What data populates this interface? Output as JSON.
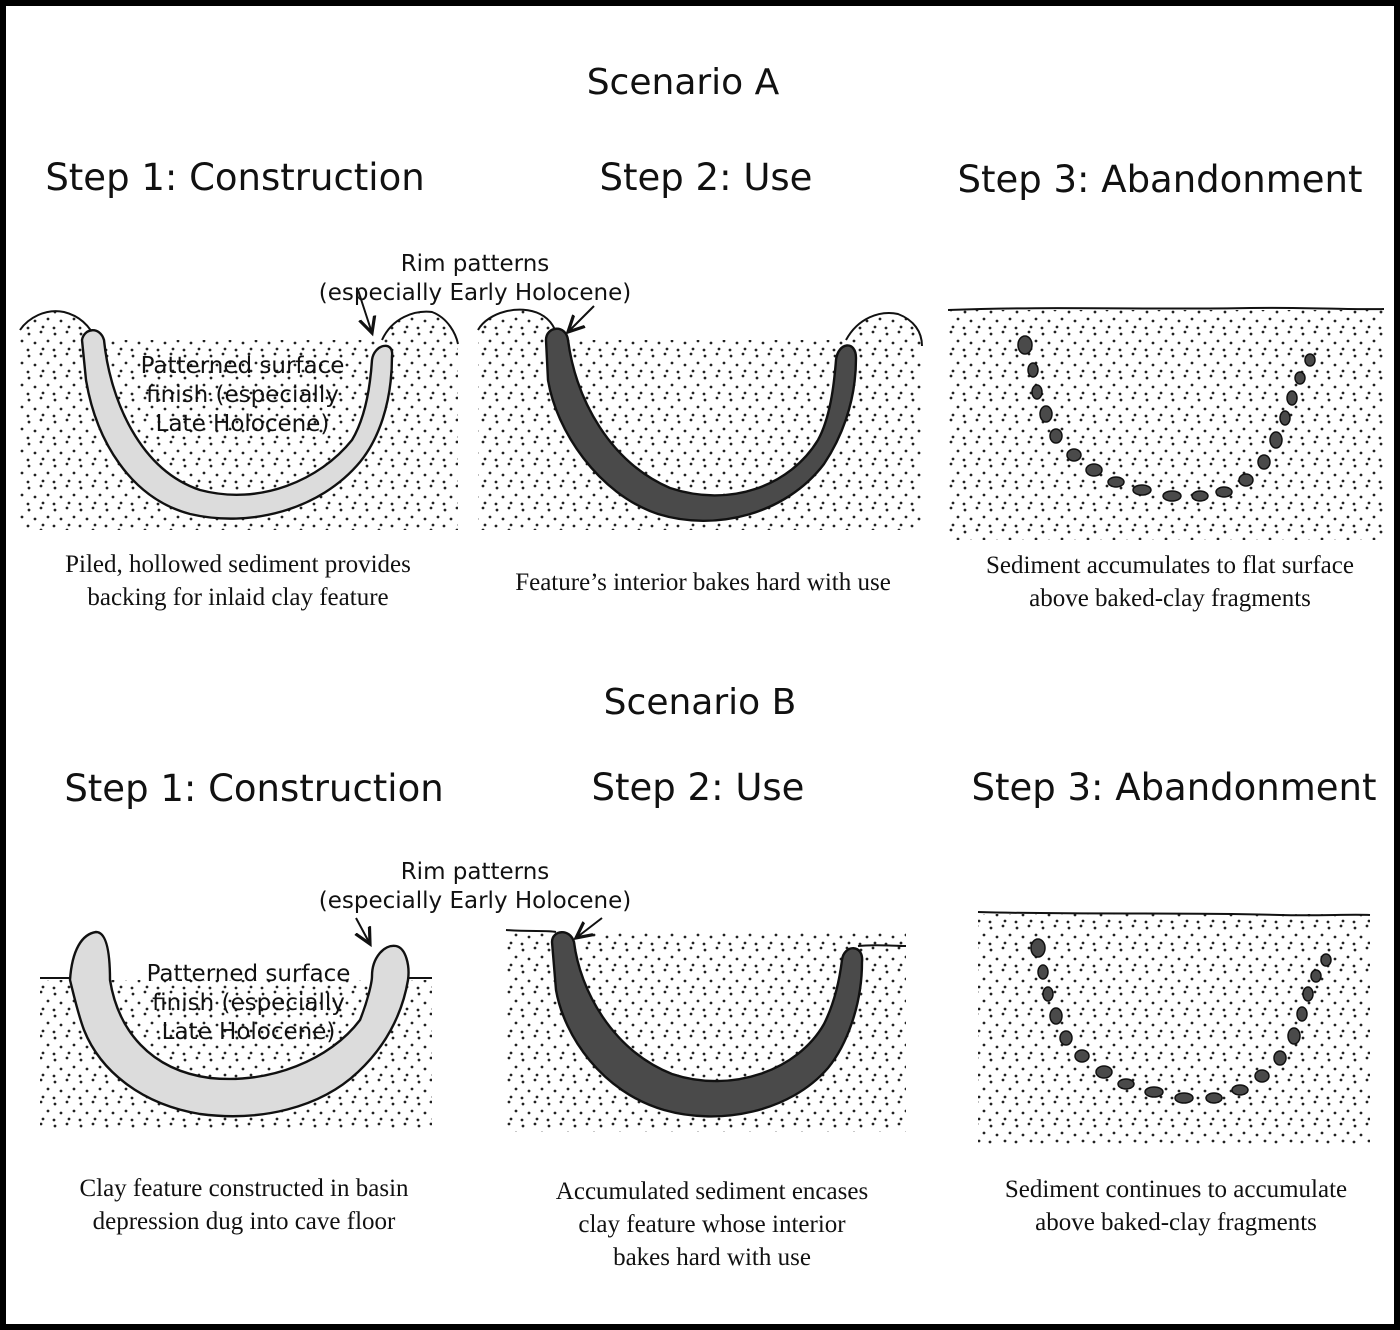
{
  "scenario_a": {
    "title": "Scenario A",
    "step1": {
      "title": "Step 1: Construction",
      "surface_label": [
        "Patterned surface",
        "finish (especially",
        "Late Holocene)"
      ],
      "caption": [
        "Piled, hollowed sediment provides",
        "backing for inlaid clay feature"
      ]
    },
    "rim_label": [
      "Rim patterns",
      "(especially Early Holocene)"
    ],
    "step2": {
      "title": "Step 2: Use",
      "caption": [
        "Feature’s interior bakes hard with use"
      ]
    },
    "step3": {
      "title": "Step 3: Abandonment",
      "caption": [
        "Sediment accumulates to flat surface",
        "above baked-clay fragments"
      ]
    }
  },
  "scenario_b": {
    "title": "Scenario B",
    "step1": {
      "title": "Step 1: Construction",
      "surface_label": [
        "Patterned surface",
        "finish (especially",
        "Late Holocene)"
      ],
      "caption": [
        "Clay feature constructed in basin",
        "depression dug into cave floor"
      ]
    },
    "rim_label": [
      "Rim patterns",
      "(especially Early Holocene)"
    ],
    "step2": {
      "title": "Step 2: Use",
      "caption": [
        "Accumulated sediment encases",
        "clay feature whose interior",
        "bakes hard with use"
      ]
    },
    "step3": {
      "title": "Step 3: Abandonment",
      "caption": [
        "Sediment continues to accumulate",
        "above baked-clay fragments"
      ]
    }
  },
  "colors": {
    "unbaked_clay": "#dcdcdc",
    "baked_clay": "#4a4a4a",
    "outline": "#111111",
    "sediment_dot": "#222222"
  }
}
